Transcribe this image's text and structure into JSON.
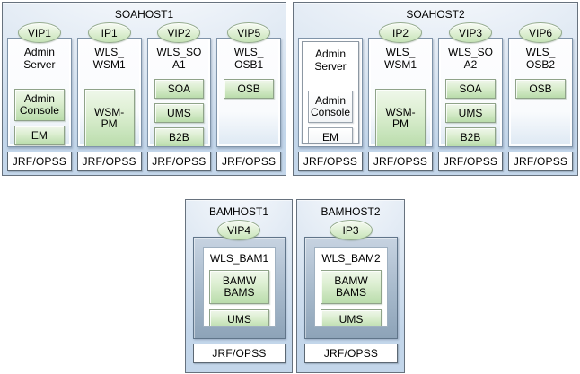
{
  "diagram": {
    "colors": {
      "host_fill_top": "#f8fafd",
      "host_fill_bottom": "#c3d6ea",
      "host_border": "#67727e",
      "column_border": "#8094a9",
      "component_green_top": "#eff7ea",
      "component_green_bottom": "#b9dcab",
      "component_green_border": "#8fa389",
      "ellipse_fill": "#c6e3b7",
      "ellipse_border": "#94ab8d",
      "bam_frame_fill": "#a9bbcd",
      "bam_frame_border": "#60758a",
      "jrf_border": "#5c6873",
      "text": "#000000"
    },
    "hosts": [
      {
        "name": "SOAHOST1",
        "kind": "soa",
        "columns": [
          {
            "vip": "VIP1",
            "server": "Admin\nServer",
            "state": "active",
            "footer": "JRF/OPSS",
            "components": [
              {
                "label": "Admin\nConsole",
                "kind": "green",
                "size": "double",
                "gap": "large"
              },
              {
                "label": "EM",
                "kind": "green",
                "size": "single",
                "gap": "small"
              }
            ]
          },
          {
            "vip": "IP1",
            "server": "WLS_\nWSM1",
            "state": "active",
            "footer": "JRF/OPSS",
            "components": [
              {
                "label": "WSM-\nPM",
                "kind": "green",
                "size": "tall",
                "gap": "large"
              }
            ]
          },
          {
            "vip": "VIP2",
            "server": "WLS_SO\nA1",
            "state": "active",
            "footer": "JRF/OPSS",
            "components": [
              {
                "label": "SOA",
                "kind": "green",
                "size": "single",
                "gap": "medium"
              },
              {
                "label": "UMS",
                "kind": "green",
                "size": "single",
                "gap": "small"
              },
              {
                "label": "B2B",
                "kind": "green",
                "size": "single",
                "gap": "small"
              }
            ]
          },
          {
            "vip": "VIP5",
            "server": "WLS_\nOSB1",
            "state": "active",
            "footer": "JRF/OPSS",
            "components": [
              {
                "label": "OSB",
                "kind": "green",
                "size": "single",
                "gap": "medium"
              }
            ]
          }
        ]
      },
      {
        "name": "SOAHOST2",
        "kind": "soa",
        "columns": [
          {
            "vip": null,
            "server": "Admin\nServer",
            "state": "passive",
            "footer": "JRF/OPSS",
            "components": [
              {
                "label": "Admin\nConsole",
                "kind": "white",
                "size": "double",
                "gap": "large"
              },
              {
                "label": "EM",
                "kind": "white",
                "size": "single",
                "gap": "small"
              }
            ]
          },
          {
            "vip": "IP2",
            "server": "WLS_\nWSM1",
            "state": "active",
            "footer": "JRF/OPSS",
            "components": [
              {
                "label": "WSM-\nPM",
                "kind": "green",
                "size": "tall",
                "gap": "large"
              }
            ]
          },
          {
            "vip": "VIP3",
            "server": "WLS_SO\nA2",
            "state": "active",
            "footer": "JRF/OPSS",
            "components": [
              {
                "label": "SOA",
                "kind": "green",
                "size": "single",
                "gap": "medium"
              },
              {
                "label": "UMS",
                "kind": "green",
                "size": "single",
                "gap": "small"
              },
              {
                "label": "B2B",
                "kind": "green",
                "size": "single",
                "gap": "small"
              }
            ]
          },
          {
            "vip": "VIP6",
            "server": "WLS_\nOSB2",
            "state": "active",
            "footer": "JRF/OPSS",
            "components": [
              {
                "label": "OSB",
                "kind": "green",
                "size": "single",
                "gap": "medium"
              }
            ]
          }
        ]
      },
      {
        "name": "BAMHOST1",
        "kind": "bam",
        "vip": "VIP4",
        "server": "WLS_BAM1",
        "footer": "JRF/OPSS",
        "components": [
          {
            "label": "BAMW\nBAMS",
            "kind": "green",
            "size": "double",
            "gap": "medium"
          },
          {
            "label": "UMS",
            "kind": "green",
            "size": "single",
            "gap": "medium"
          }
        ]
      },
      {
        "name": "BAMHOST2",
        "kind": "bam",
        "vip": "IP3",
        "server": "WLS_BAM2",
        "footer": "JRF/OPSS",
        "components": [
          {
            "label": "BAMW\nBAMS",
            "kind": "green",
            "size": "double",
            "gap": "medium"
          },
          {
            "label": "UMS",
            "kind": "green",
            "size": "single",
            "gap": "medium"
          }
        ]
      }
    ]
  }
}
